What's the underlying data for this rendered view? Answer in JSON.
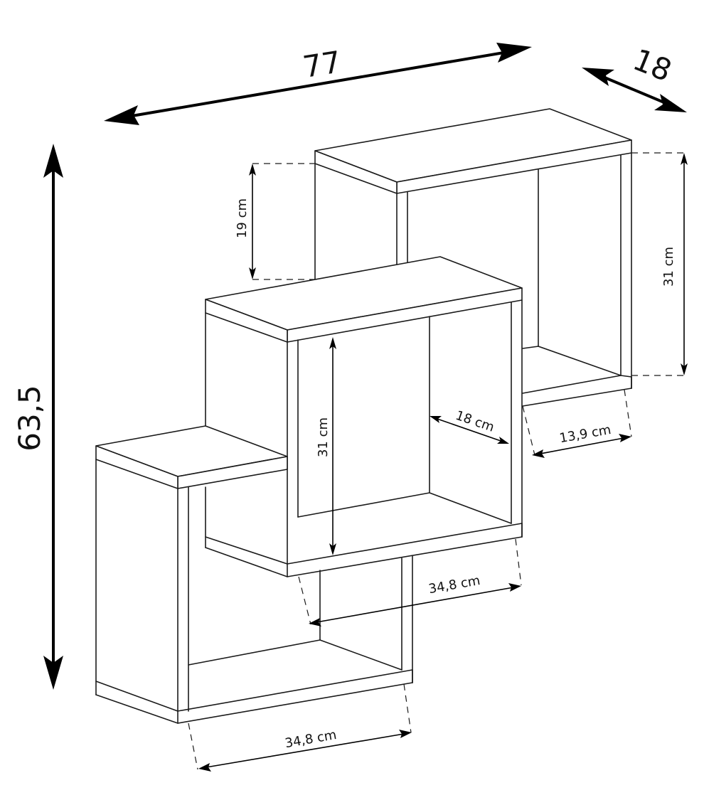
{
  "diagram": {
    "overall": {
      "width": "77",
      "depth": "18",
      "height": "63,5"
    },
    "dimensions": {
      "top_box_offset": "19 cm",
      "top_box_height": "31 cm",
      "top_box_depth_bottom": "13,9 cm",
      "middle_box_height": "31 cm",
      "middle_box_depth": "18 cm",
      "middle_box_width": "34,8 cm",
      "bottom_box_width": "34,8 cm"
    }
  }
}
